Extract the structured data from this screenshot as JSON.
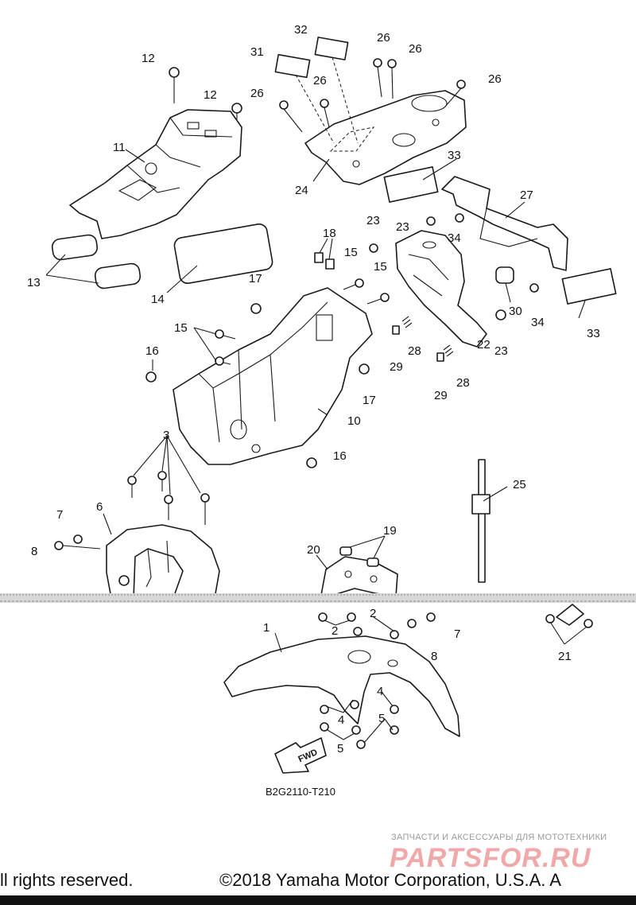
{
  "diagram": {
    "callouts": {
      "c1": "1",
      "c2a": "2",
      "c2b": "2",
      "c3": "3",
      "c4a": "4",
      "c4b": "4",
      "c5a": "5",
      "c5b": "5",
      "c6": "6",
      "c7a": "7",
      "c7b": "7",
      "c8a": "8",
      "c8b": "8",
      "c10": "10",
      "c11": "11",
      "c12a": "12",
      "c12b": "12",
      "c13": "13",
      "c14": "14",
      "c15a": "15",
      "c15b": "15",
      "c15c": "15",
      "c16a": "16",
      "c16b": "16",
      "c17a": "17",
      "c17b": "17",
      "c18": "18",
      "c19": "19",
      "c20": "20",
      "c21": "21",
      "c22": "22",
      "c23a": "23",
      "c23b": "23",
      "c23c": "23",
      "c24": "24",
      "c25": "25",
      "c26a": "26",
      "c26b": "26",
      "c26c": "26",
      "c26d": "26",
      "c26e": "26",
      "c27": "27",
      "c28a": "28",
      "c28b": "28",
      "c29a": "29",
      "c29b": "29",
      "c30": "30",
      "c31": "31",
      "c32": "32",
      "c33a": "33",
      "c33b": "33",
      "c34a": "34",
      "c34b": "34"
    },
    "fwd_label": "FWD",
    "drawing_code": "B2G2110-T210"
  },
  "watermark": {
    "tagline": "ЗАПЧАСТИ И АКСЕССУАРЫ ДЛЯ МОТОТЕХНИКИ",
    "brand": "PARTSFOR.RU"
  },
  "footer": {
    "left": "ll rights reserved.",
    "right": "©2018 Yamaha Motor Corporation, U.S.A. A"
  }
}
